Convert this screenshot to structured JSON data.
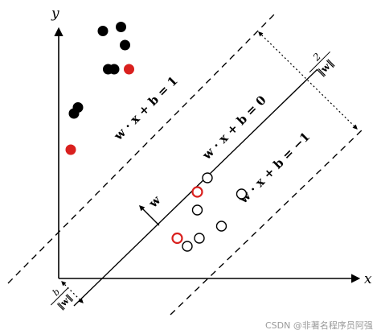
{
  "axes": {
    "x_label": "x",
    "y_label": "y"
  },
  "lines": {
    "upper_eq": "w · x + b = 1",
    "middle_eq": "w · x + b = 0",
    "lower_eq": "w · x + b = −1"
  },
  "normal_vector_label": "w",
  "margin": {
    "numerator": "2",
    "denominator": "‖w‖"
  },
  "offset": {
    "numerator": "b",
    "denominator": "‖w‖"
  },
  "points": {
    "positive": [
      {
        "x": 1.1,
        "y": 6.15
      },
      {
        "x": 1.55,
        "y": 6.25
      },
      {
        "x": 1.65,
        "y": 5.8
      },
      {
        "x": 1.23,
        "y": 5.2
      },
      {
        "x": 1.38,
        "y": 5.2
      },
      {
        "x": 0.48,
        "y": 4.25
      },
      {
        "x": 0.38,
        "y": 4.1
      }
    ],
    "positive_support": [
      {
        "x": 1.75,
        "y": 5.2
      },
      {
        "x": 0.3,
        "y": 3.2
      }
    ],
    "negative": [
      {
        "x": 3.7,
        "y": 2.5
      },
      {
        "x": 4.55,
        "y": 2.1
      },
      {
        "x": 3.45,
        "y": 1.7
      },
      {
        "x": 3.5,
        "y": 1.0
      },
      {
        "x": 4.05,
        "y": 1.3
      },
      {
        "x": 3.2,
        "y": 0.8
      }
    ],
    "negative_support": [
      {
        "x": 3.45,
        "y": 2.15
      },
      {
        "x": 2.95,
        "y": 1.0
      }
    ]
  },
  "colors": {
    "positive": "#000000",
    "support": "#d9201e",
    "negative": "#000000"
  },
  "watermark": "CSDN @非著名程序员阿强"
}
